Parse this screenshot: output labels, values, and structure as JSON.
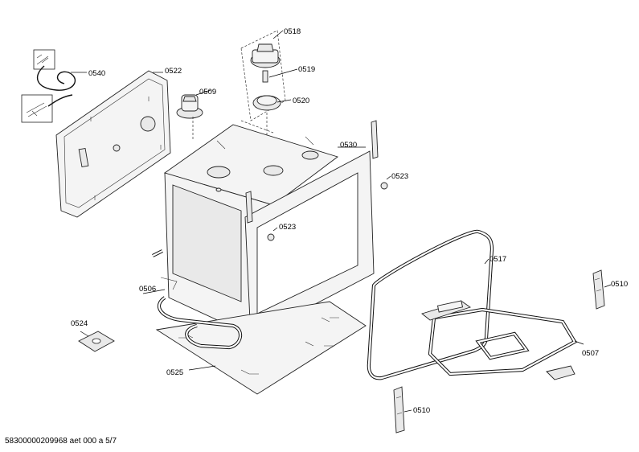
{
  "labels": {
    "p0518": "0518",
    "p0519": "0519",
    "p0520": "0520",
    "p0540": "0540",
    "p0522": "0522",
    "p0509": "0509",
    "p0530": "0530",
    "p0523a": "0523",
    "p0523b": "0523",
    "p0517": "0517",
    "p0510a": "0510",
    "p0510b": "0510",
    "p0506": "0506",
    "p0507": "0507",
    "p0524": "0524",
    "p0525": "0525"
  },
  "footer": "58300000209968 aet 000 a 5/7"
}
